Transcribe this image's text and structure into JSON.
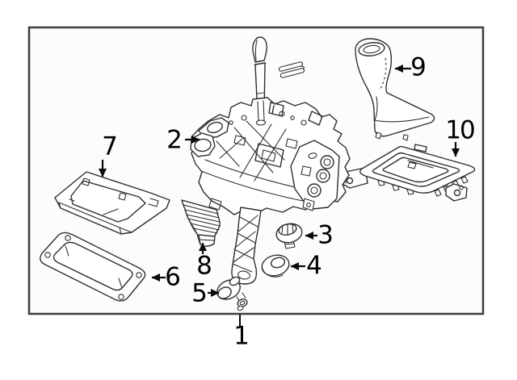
{
  "figure": {
    "kind": "exploded-parts-diagram",
    "frame_stroke_color": "#3d3d3d",
    "frame_fill_color": "#fcfcfc",
    "line_art_color": "#2e2e2e",
    "label_color": "#000000",
    "callouts": [
      {
        "label": "1"
      },
      {
        "label": "2"
      },
      {
        "label": "3"
      },
      {
        "label": "4"
      },
      {
        "label": "5"
      },
      {
        "label": "6"
      },
      {
        "label": "7"
      },
      {
        "label": "8"
      },
      {
        "label": "9"
      },
      {
        "label": "10"
      }
    ]
  }
}
